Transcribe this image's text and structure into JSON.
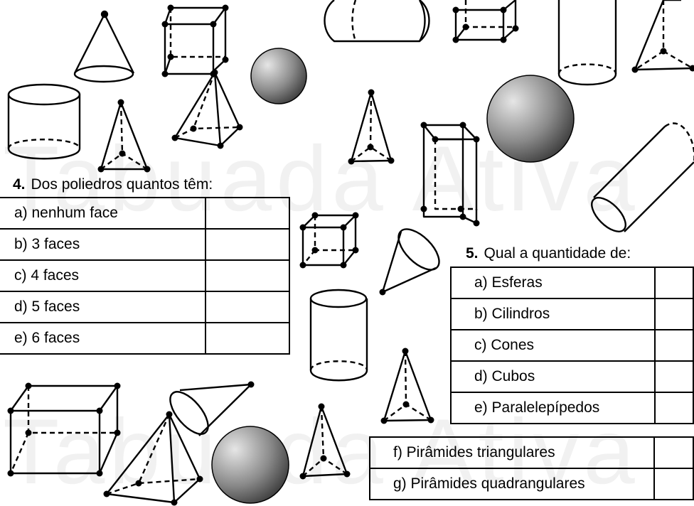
{
  "watermark": "Tabuada Ativa",
  "question4": {
    "number": "4.",
    "title": "Dos poliedros quantos têm:",
    "rows": [
      {
        "label": "a) nenhum face",
        "answer": ""
      },
      {
        "label": "b) 3 faces",
        "answer": ""
      },
      {
        "label": "c) 4 faces",
        "answer": ""
      },
      {
        "label": "d) 5 faces",
        "answer": ""
      },
      {
        "label": "e) 6 faces",
        "answer": ""
      }
    ]
  },
  "question5": {
    "number": "5.",
    "title": "Qual a quantidade de:",
    "rows": [
      {
        "label": "a) Esferas",
        "answer": ""
      },
      {
        "label": "b) Cilindros",
        "answer": ""
      },
      {
        "label": "c) Cones",
        "answer": ""
      },
      {
        "label": "d) Cubos",
        "answer": ""
      },
      {
        "label": "e) Paralelepípedos",
        "answer": ""
      },
      {
        "label": "f) Pirâmides triangulares",
        "answer": ""
      },
      {
        "label": "g) Pirâmides quadrangulares",
        "answer": ""
      }
    ]
  }
}
